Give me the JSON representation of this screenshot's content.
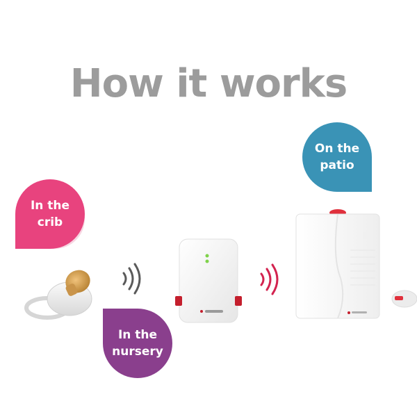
{
  "title": "How it works",
  "badges": {
    "crib": [
      "In the",
      "crib"
    ],
    "nursery": [
      "In the",
      "nursery"
    ],
    "patio": [
      "On the",
      "patio"
    ]
  },
  "icons": {
    "pacifier": "pacifier-icon",
    "signal_gray": "signal-waves-gray-icon",
    "signal_red": "signal-waves-red-icon",
    "relay": "relay-transmitter-device",
    "receiver": "receiver-device"
  },
  "colors": {
    "title": "#9c9c9c",
    "crib": "#e8437e",
    "nursery": "#8a3f8d",
    "patio": "#3a93b6",
    "signal_red": "#d3234f",
    "signal_gray": "#5a5a5a"
  }
}
